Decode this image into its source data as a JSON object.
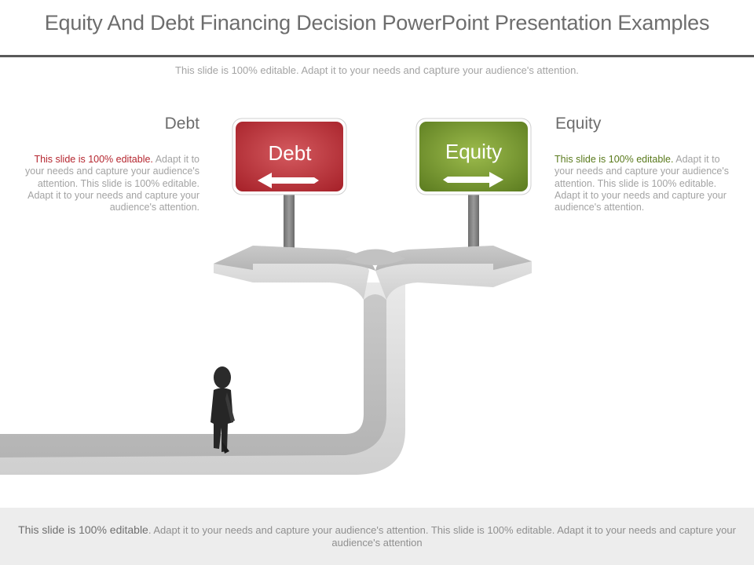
{
  "slide": {
    "title": "Equity And Debt Financing Decision PowerPoint Presentation Examples",
    "subtitle_a": "This slide is 100% editable. Adapt it to your needs and ",
    "subtitle_cap": "capture",
    "subtitle_b": " your audience's attention."
  },
  "debt": {
    "heading": "Debt",
    "lead": "This slide is 100% editable.",
    "body": " Adapt it to your needs and capture your audience's attention. This slide is 100% editable. Adapt it to your needs and capture your audience's attention.",
    "sign_label": "Debt",
    "color": "#b5262f"
  },
  "equity": {
    "heading": "Equity",
    "lead": "This slide is 100% editable.",
    "body": " Adapt it to your needs and capture your audience's attention. This slide is 100% editable. Adapt it to your needs and capture your audience's attention.",
    "sign_label": "Equity",
    "color": "#6f8f2a"
  },
  "footer": {
    "lead": "This slide is 100% editable",
    "body": ". Adapt it to your needs and capture your audience's attention. This slide is 100% editable. Adapt it to your needs and capture your audience's attention"
  },
  "icons": {
    "debt_arrow": "left-arrow-icon",
    "equity_arrow": "right-arrow-icon",
    "person": "person-figure-icon"
  }
}
